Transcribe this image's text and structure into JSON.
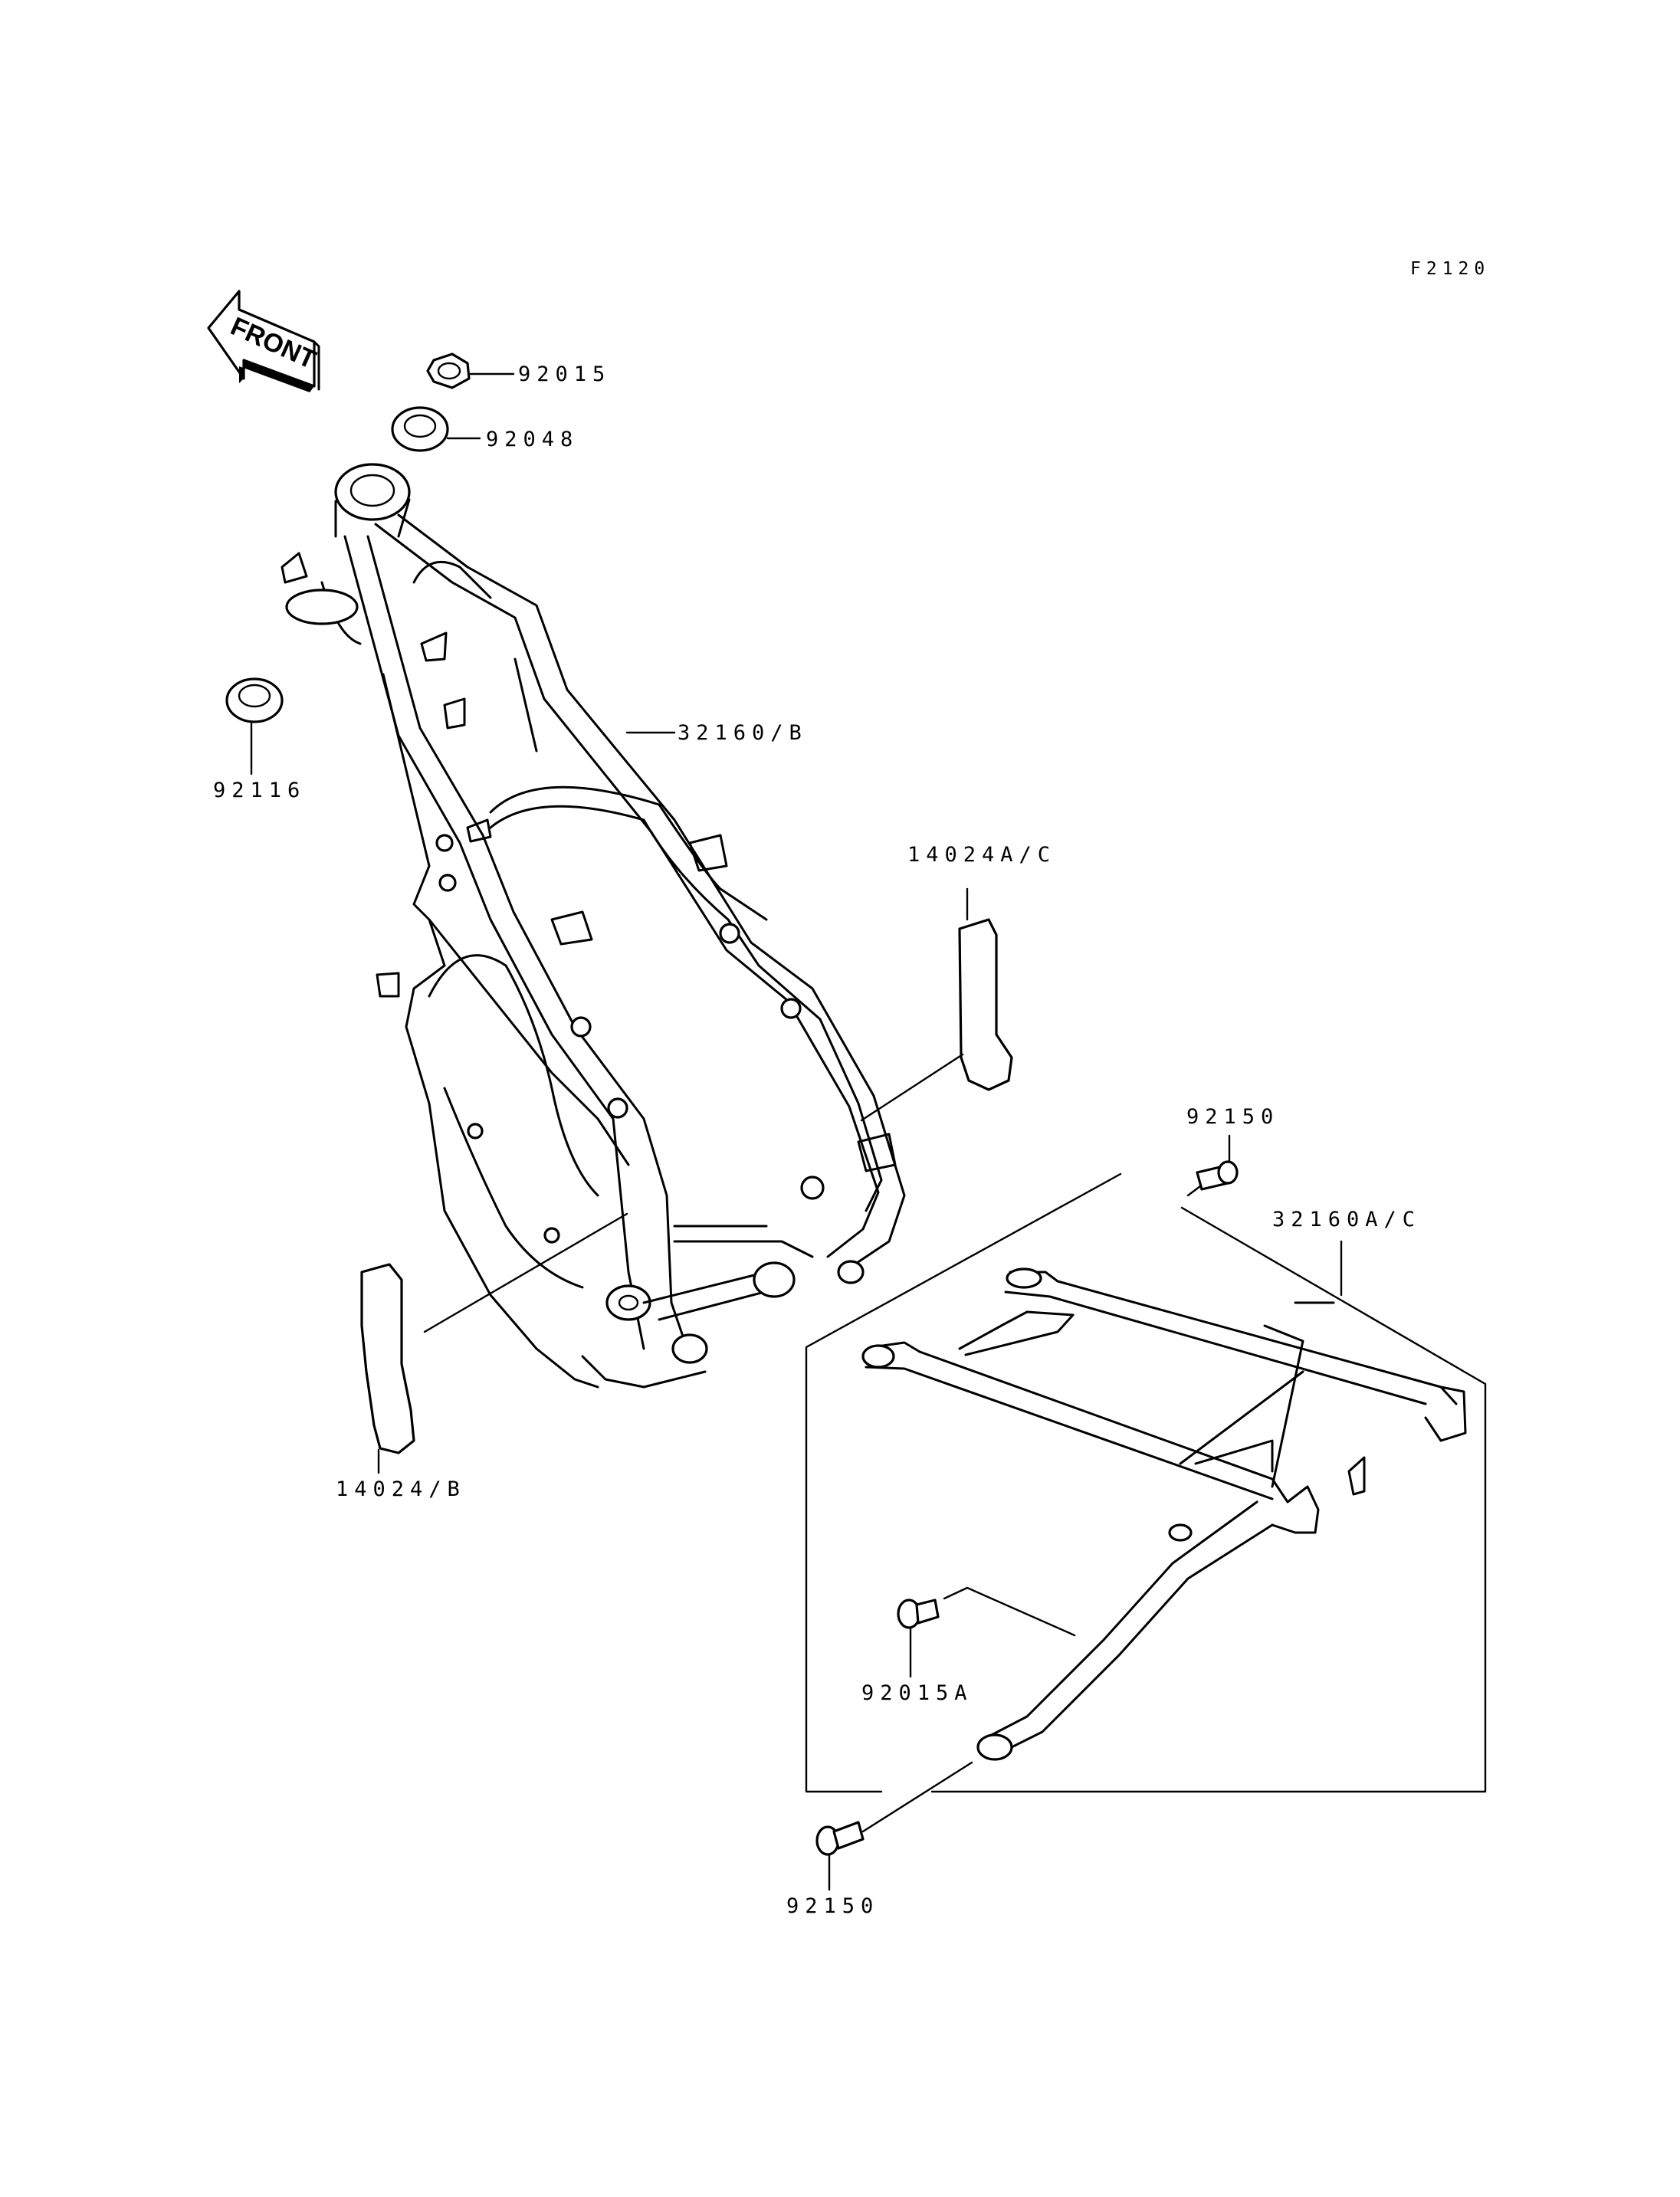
{
  "figure_code": "F2120",
  "front_arrow": {
    "text": "FRONT",
    "icon": "front-direction-arrow-icon"
  },
  "callouts": [
    {
      "part_no": "92015"
    },
    {
      "part_no": "92048"
    },
    {
      "part_no": "92116"
    },
    {
      "part_no": "32160/B"
    },
    {
      "part_no": "14024A/C"
    },
    {
      "part_no": "92150"
    },
    {
      "part_no": "32160A/C"
    },
    {
      "part_no": "14024/B"
    },
    {
      "part_no": "92015A"
    },
    {
      "part_no": "92150"
    }
  ]
}
